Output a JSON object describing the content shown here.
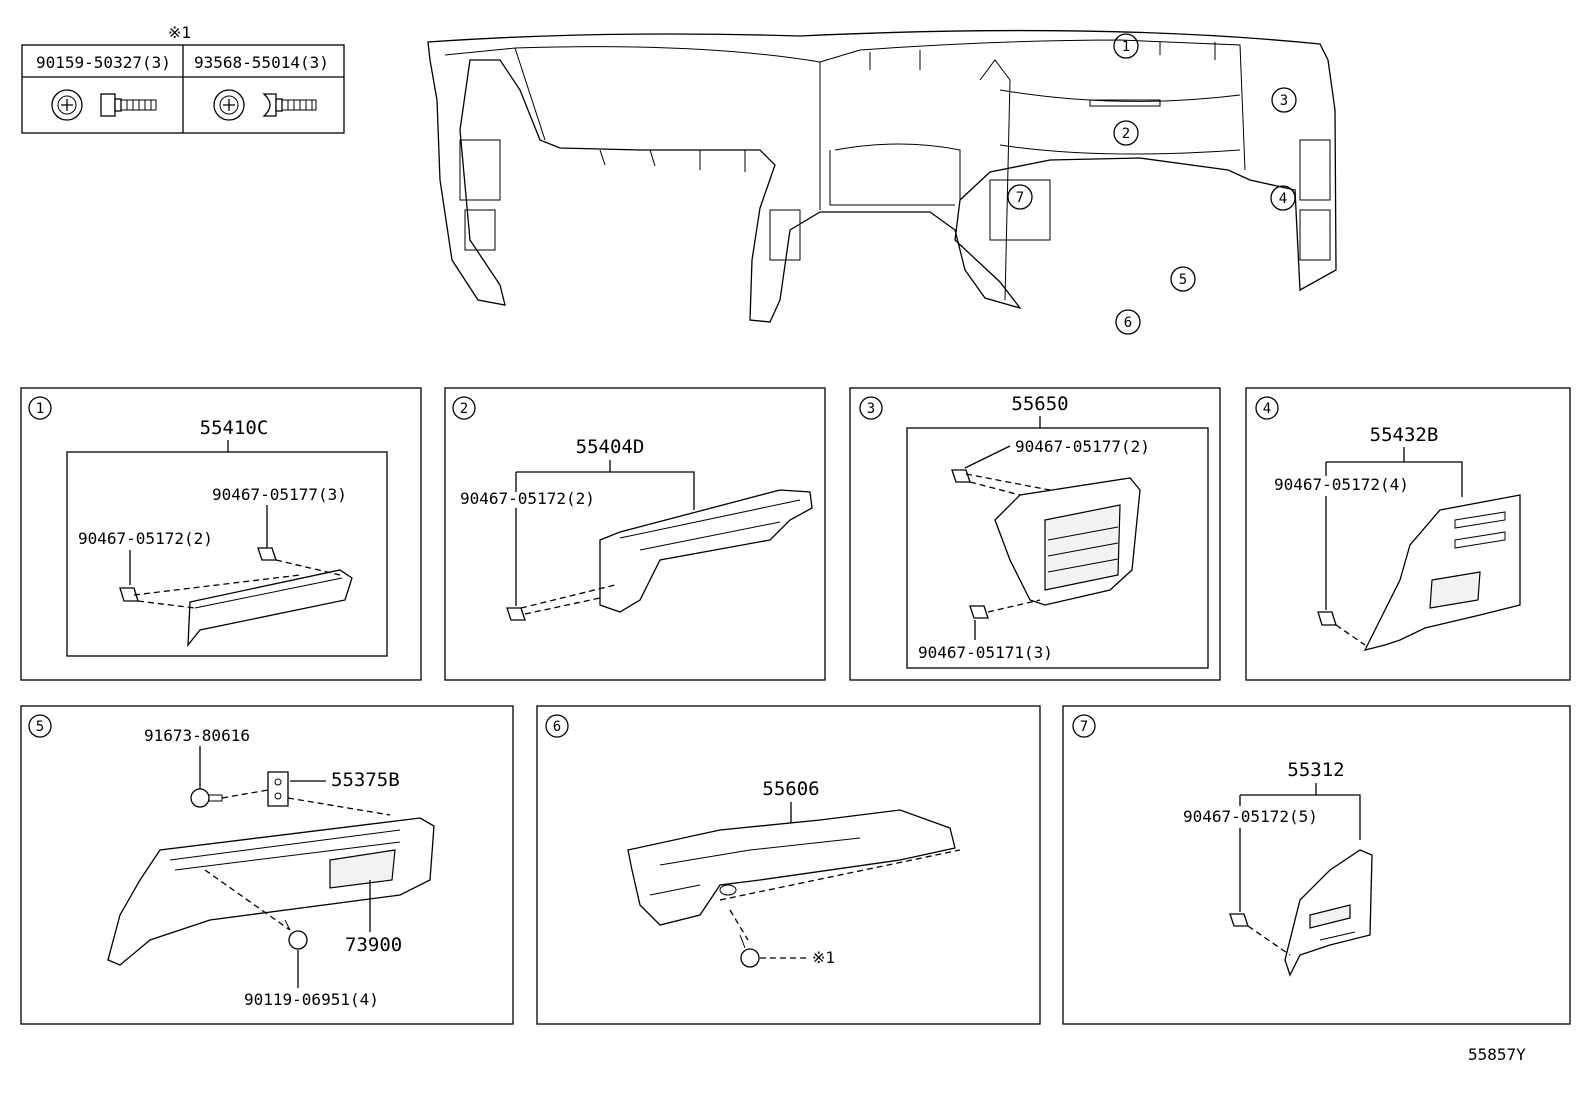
{
  "diagram_code": "55857Y",
  "legend": {
    "mark": "※1",
    "columns": [
      {
        "part": "90159-50327(3)"
      },
      {
        "part": "93568-55014(3)"
      }
    ]
  },
  "overview": {
    "callouts": [
      "1",
      "2",
      "3",
      "4",
      "5",
      "6",
      "7"
    ]
  },
  "panels": [
    {
      "num": "1",
      "main": "55410C",
      "subs": [
        "90467-05177(3)",
        "90467-05172(2)"
      ]
    },
    {
      "num": "2",
      "main": "55404D",
      "subs": [
        "90467-05172(2)"
      ]
    },
    {
      "num": "3",
      "main": "55650",
      "subs": [
        "90467-05177(2)",
        "90467-05171(3)"
      ]
    },
    {
      "num": "4",
      "main": "55432B",
      "subs": [
        "90467-05172(4)"
      ]
    },
    {
      "num": "5",
      "main": "55375B",
      "subs": [
        "91673-80616",
        "73900",
        "90119-06951(4)"
      ]
    },
    {
      "num": "6",
      "main": "55606",
      "subs": [
        "※1"
      ]
    },
    {
      "num": "7",
      "main": "55312",
      "subs": [
        "90467-05172(5)"
      ]
    }
  ]
}
